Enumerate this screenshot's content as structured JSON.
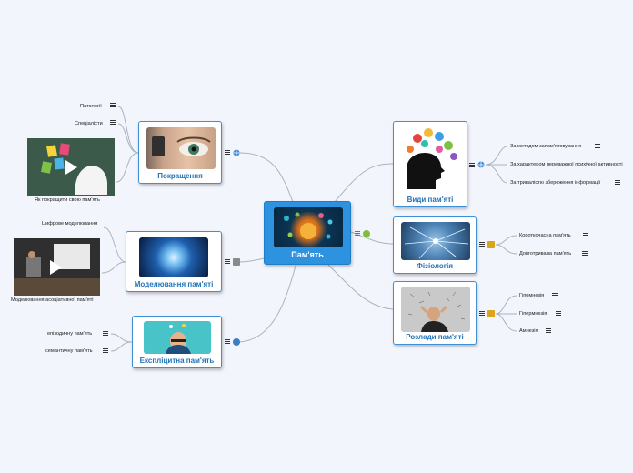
{
  "central": {
    "label": "Пам'ять"
  },
  "topics": {
    "vydy": {
      "label": "Види пам'яті",
      "children": [
        "За методом запам'ятовування",
        "За характером переважної психічної активності",
        "За тривалістю збереження інформації"
      ]
    },
    "fiziolohiia": {
      "label": "Фізіологія",
      "children": [
        "Короткочасна пам'ять",
        "Довготривала пам'ять"
      ]
    },
    "rozlady": {
      "label": "Розлади пам'яті",
      "children": [
        "Гіпомнезія",
        "Гіпермнезія",
        "Амнезія"
      ]
    },
    "pokrashchennia": {
      "label": "Покращення",
      "children": [
        "Патології",
        "Спеціалісти"
      ],
      "image_caption": "Як покращити свою пам'ять"
    },
    "modeliuvannia": {
      "label": "Моделювання пам'яті",
      "children": [
        "Цифрове моделювання"
      ],
      "image_caption": "Моделювання асоціативної пам'яті"
    },
    "ekspl": {
      "label": "Експліцитна пам'ять",
      "children": [
        "епізодичну пам'ять",
        "семантичну пам'ять"
      ]
    }
  },
  "colors": {
    "background": "#f3f5fd",
    "node_border": "#3d8fd6",
    "node_label": "#2173b8",
    "central_fill": "#2d93e0",
    "connector": "#a9b3bf"
  },
  "icons": [
    "notes-icon",
    "menu-icon",
    "globe-icon",
    "priority-icon",
    "video-play-icon",
    "avatar-icon"
  ]
}
